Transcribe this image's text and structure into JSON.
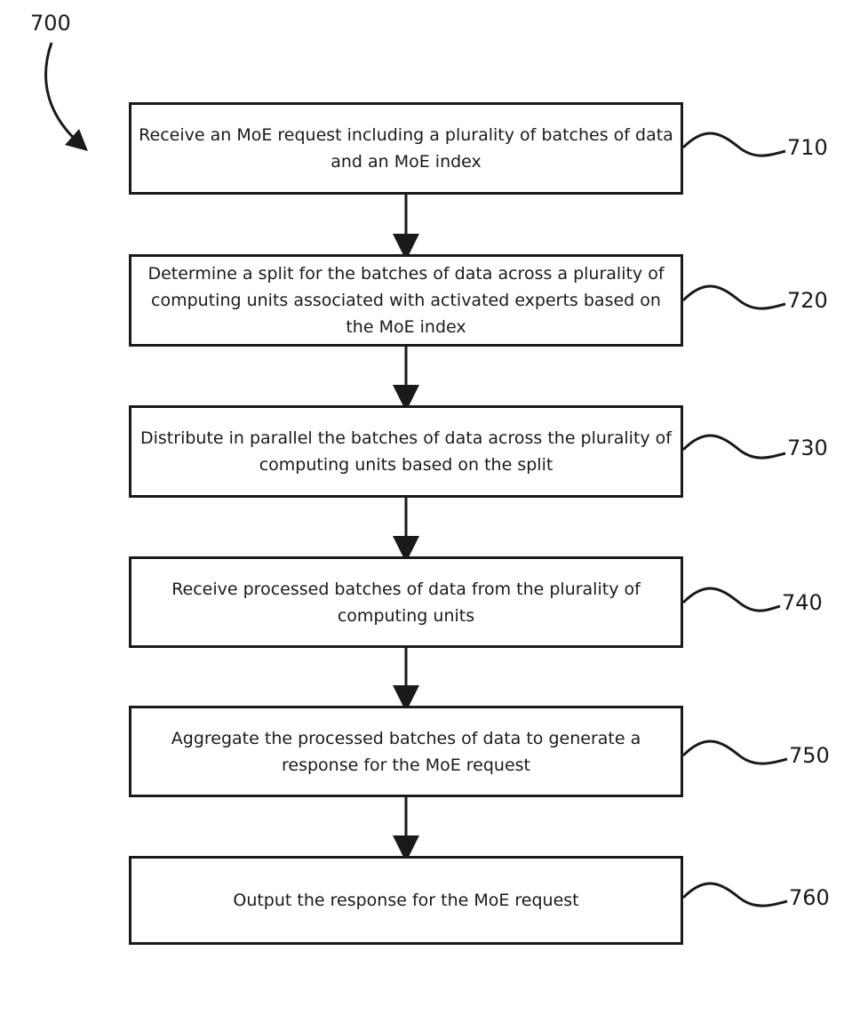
{
  "figure": {
    "number": "700"
  },
  "steps": [
    {
      "ref": "710",
      "text": "Receive an MoE request including a plurality of batches of data and an MoE index"
    },
    {
      "ref": "720",
      "text": "Determine a split for the batches of data across a plurality of computing units associated with activated experts based on the MoE index"
    },
    {
      "ref": "730",
      "text": "Distribute in parallel the batches of data across the plurality of computing units based on the split"
    },
    {
      "ref": "740",
      "text": "Receive processed batches of data from the plurality of computing units"
    },
    {
      "ref": "750",
      "text": "Aggregate the processed batches of data to generate a response for the MoE request"
    },
    {
      "ref": "760",
      "text": "Output the response for the MoE request"
    }
  ],
  "colors": {
    "line": "#1a1a1a",
    "background": "#ffffff"
  }
}
